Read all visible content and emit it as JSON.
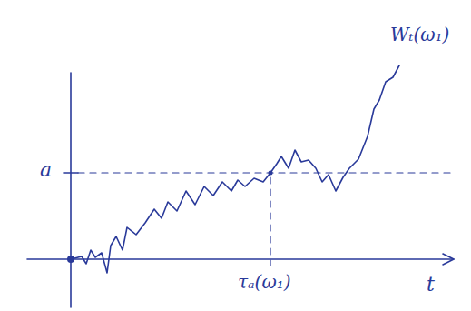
{
  "diagram": {
    "labels": [
      "Wₜ(ω₁)",
      "a",
      "τₐ(ω₁)",
      "t"
    ]
  }
}
